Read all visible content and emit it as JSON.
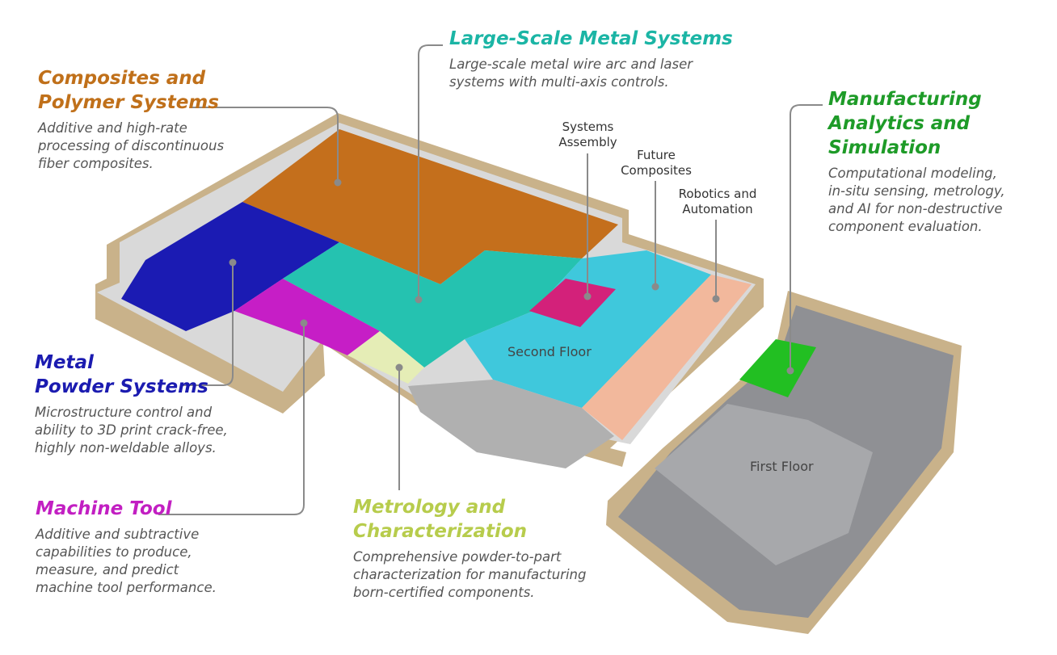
{
  "callouts": {
    "composites": {
      "title_line1": "Composites and",
      "title_line2": "Polymer Systems",
      "desc_line1": "Additive and high-rate",
      "desc_line2": "processing of discontinuous",
      "desc_line3": "fiber composites.",
      "color": "#C0701A"
    },
    "large_scale": {
      "title": "Large-Scale Metal Systems",
      "desc_line1": "Large-scale metal wire arc and laser",
      "desc_line2": "systems with multi-axis controls.",
      "color": "#1BB5A5"
    },
    "analytics": {
      "title_line1": "Manufacturing",
      "title_line2": "Analytics and",
      "title_line3": "Simulation",
      "desc_line1": "Computational modeling,",
      "desc_line2": "in-situ sensing, metrology,",
      "desc_line3": "and AI for non-destructive",
      "desc_line4": "component evaluation.",
      "color": "#1E9B28"
    },
    "metal_powder": {
      "title_line1": "Metal",
      "title_line2": "Powder Systems",
      "desc_line1": "Microstructure control and",
      "desc_line2": "ability to 3D print crack-free,",
      "desc_line3": "highly non-weldable alloys.",
      "color": "#1B1BB0"
    },
    "machine_tool": {
      "title": "Machine Tool",
      "desc_line1": "Additive and subtractive",
      "desc_line2": "capabilities to produce,",
      "desc_line3": "measure, and predict",
      "desc_line4": "machine tool performance.",
      "color": "#C21FC2"
    },
    "metrology": {
      "title_line1": "Metrology and",
      "title_line2": "Characterization",
      "desc_line1": "Comprehensive powder-to-part",
      "desc_line2": "characterization for manufacturing",
      "desc_line3": "born-certified components.",
      "color": "#B7CC4C"
    }
  },
  "zones": {
    "systems_assembly_1": "Systems",
    "systems_assembly_2": "Assembly",
    "future_composites_1": "Future",
    "future_composites_2": "Composites",
    "robotics_1": "Robotics and",
    "robotics_2": "Automation"
  },
  "floors": {
    "second": "Second Floor",
    "first": "First Floor"
  }
}
